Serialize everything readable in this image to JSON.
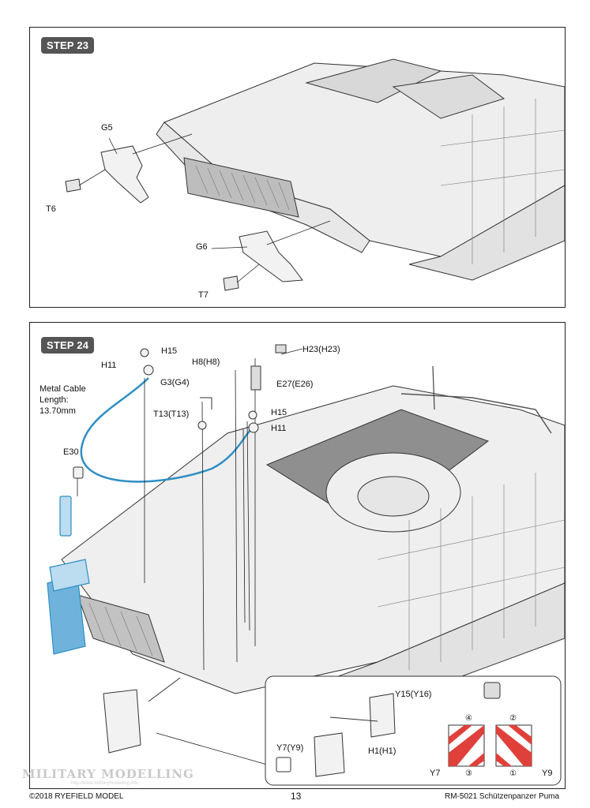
{
  "step23": {
    "badge": "STEP 23",
    "labels": {
      "g5": "G5",
      "t6": "T6",
      "g6": "G6",
      "t7": "T7"
    }
  },
  "step24": {
    "badge": "STEP 24",
    "labels": {
      "h15_top": "H15",
      "h11_top": "H11",
      "h8": "H8(H8)",
      "h23": "H23(H23)",
      "g3": "G3(G4)",
      "e27": "E27(E26)",
      "t13": "T13(T13)",
      "h15_mid": "H15",
      "h11_mid": "H11",
      "e30": "E30",
      "cable_line1": "Metal Cable",
      "cable_line2": "Length:",
      "cable_line3": "13.70mm",
      "y15": "Y15(Y16)",
      "y7y9": "Y7(Y9)",
      "h1": "H1(H1)",
      "y7": "Y7",
      "y9": "Y9",
      "c4": "④",
      "c2": "②",
      "c3": "③",
      "c1": "①"
    },
    "colors": {
      "highlight": "#2f8fc4",
      "decal_red": "#e0403a"
    }
  },
  "footer": {
    "copyright": "©2018 RYEFIELD MODEL",
    "page": "13",
    "model": "RM-5021 Schützenpanzer Puma"
  },
  "watermark": {
    "text": "MILITARY MODELLING",
    "url": "http://www.militarymodelling.info"
  }
}
